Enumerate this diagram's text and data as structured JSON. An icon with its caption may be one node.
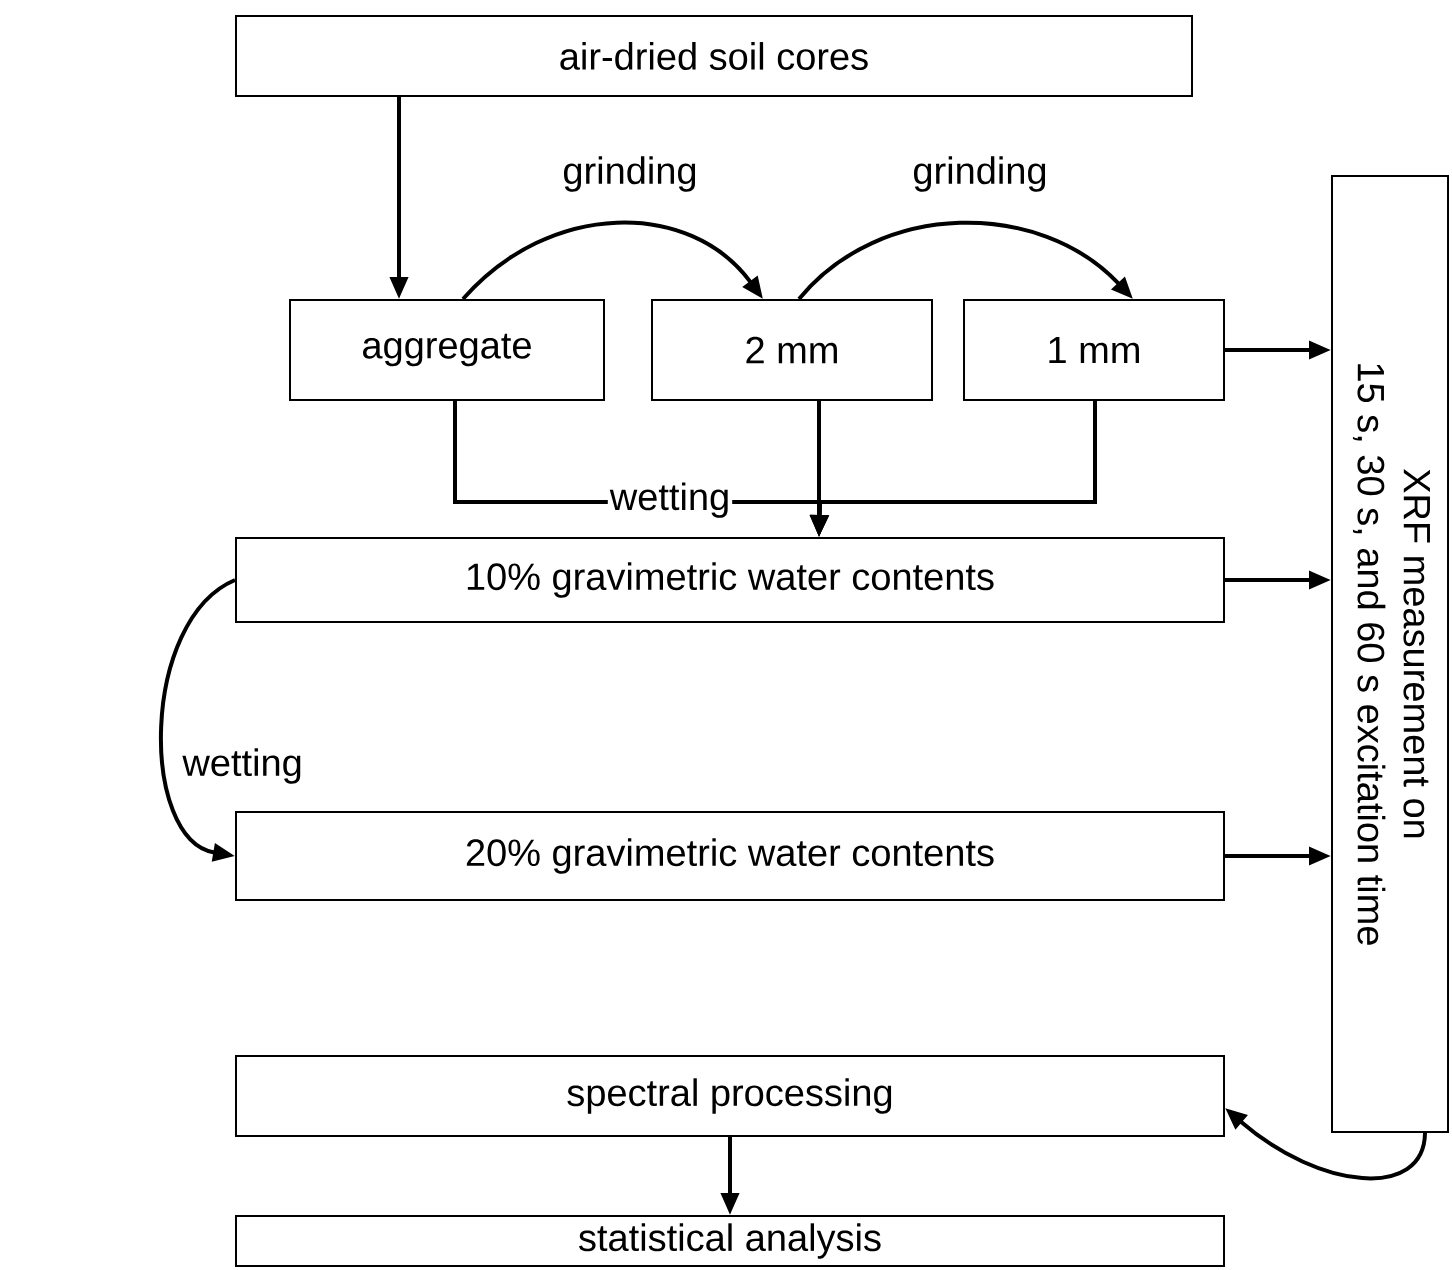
{
  "diagram": {
    "nodes": [
      {
        "text": [
          "air-dried soil cores"
        ]
      },
      {
        "text": [
          "aggregate"
        ]
      },
      {
        "text": [
          "2 mm"
        ]
      },
      {
        "text": [
          "1 mm"
        ]
      },
      {
        "text": [
          "10% gravimetric water contents"
        ]
      },
      {
        "text": [
          "20% gravimetric water contents"
        ]
      },
      {
        "text": [
          "XRF measurement on",
          "15 s, 30 s, and 60 s excitation time"
        ]
      },
      {
        "text": [
          "spectral processing"
        ]
      },
      {
        "text": [
          "statistical analysis"
        ]
      }
    ],
    "edges": [
      {
        "from": 0,
        "to": 1,
        "arrow": "to"
      },
      {
        "from": 1,
        "to": 2,
        "arrow": "to",
        "label": "grinding"
      },
      {
        "from": 2,
        "to": 3,
        "arrow": "to",
        "label": "grinding"
      },
      {
        "from": 3,
        "to": 6,
        "arrow": "to"
      },
      {
        "from": 1,
        "to": 4,
        "arrow": "to",
        "label": "wetting"
      },
      {
        "from": 2,
        "to": 4,
        "arrow": "to"
      },
      {
        "from": 3,
        "to": 4,
        "arrow": "to"
      },
      {
        "from": 4,
        "to": 5,
        "arrow": "to",
        "label": "wetting"
      },
      {
        "from": 4,
        "to": 6,
        "arrow": "to"
      },
      {
        "from": 5,
        "to": 6,
        "arrow": "to"
      },
      {
        "from": 6,
        "to": 7,
        "arrow": "to"
      },
      {
        "from": 7,
        "to": 8,
        "arrow": "to"
      }
    ]
  }
}
